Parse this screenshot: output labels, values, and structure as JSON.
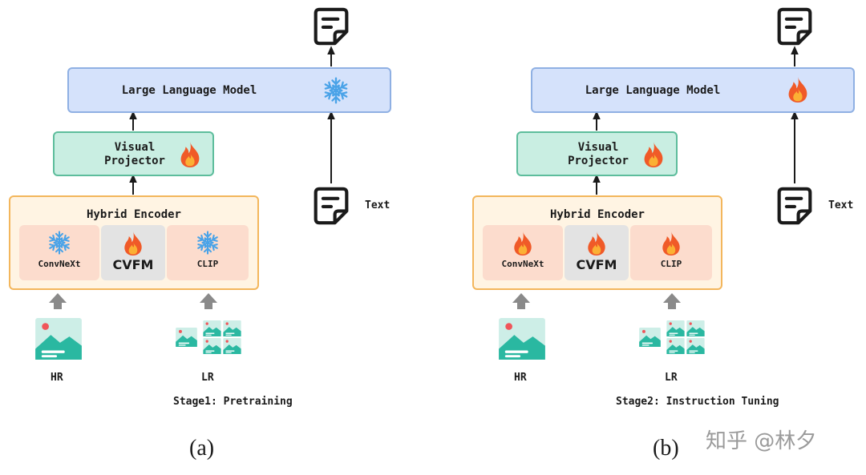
{
  "panels": [
    {
      "llm_label": "Large Language Model",
      "llm_state": "frozen",
      "projector_label": "Visual\nProjector",
      "projector_state": "trainable",
      "encoder_title": "Hybrid Encoder",
      "encoder_parts": [
        {
          "label": "ConvNeXt",
          "state": "frozen"
        },
        {
          "label": "CVFM",
          "state": "trainable"
        },
        {
          "label": "CLIP",
          "state": "frozen"
        }
      ],
      "text_label": "Text",
      "hr_label": "HR",
      "lr_label": "LR",
      "stage_label": "Stage1: Pretraining",
      "caption": "(a)"
    },
    {
      "llm_label": "Large Language Model",
      "llm_state": "trainable",
      "projector_label": "Visual\nProjector",
      "projector_state": "trainable",
      "encoder_title": "Hybrid Encoder",
      "encoder_parts": [
        {
          "label": "ConvNeXt",
          "state": "trainable"
        },
        {
          "label": "CVFM",
          "state": "trainable"
        },
        {
          "label": "CLIP",
          "state": "trainable"
        }
      ],
      "text_label": "Text",
      "hr_label": "HR",
      "lr_label": "LR",
      "stage_label": "Stage2: Instruction Tuning",
      "caption": "(b)"
    }
  ],
  "watermark": "知乎 @林夕",
  "colors": {
    "llm_fill": "#d5e2fb",
    "projector_fill": "#c9eee2",
    "encoder_fill": "#fff4e3",
    "module_fill": "#fcdccd",
    "cvfm_fill": "#e3e3e3",
    "snowflake": "#4aa3e8",
    "flame": "#f05a28"
  },
  "icons": {
    "frozen": "snowflake-icon",
    "trainable": "flame-icon",
    "document": "document-icon",
    "image": "image-icon"
  }
}
